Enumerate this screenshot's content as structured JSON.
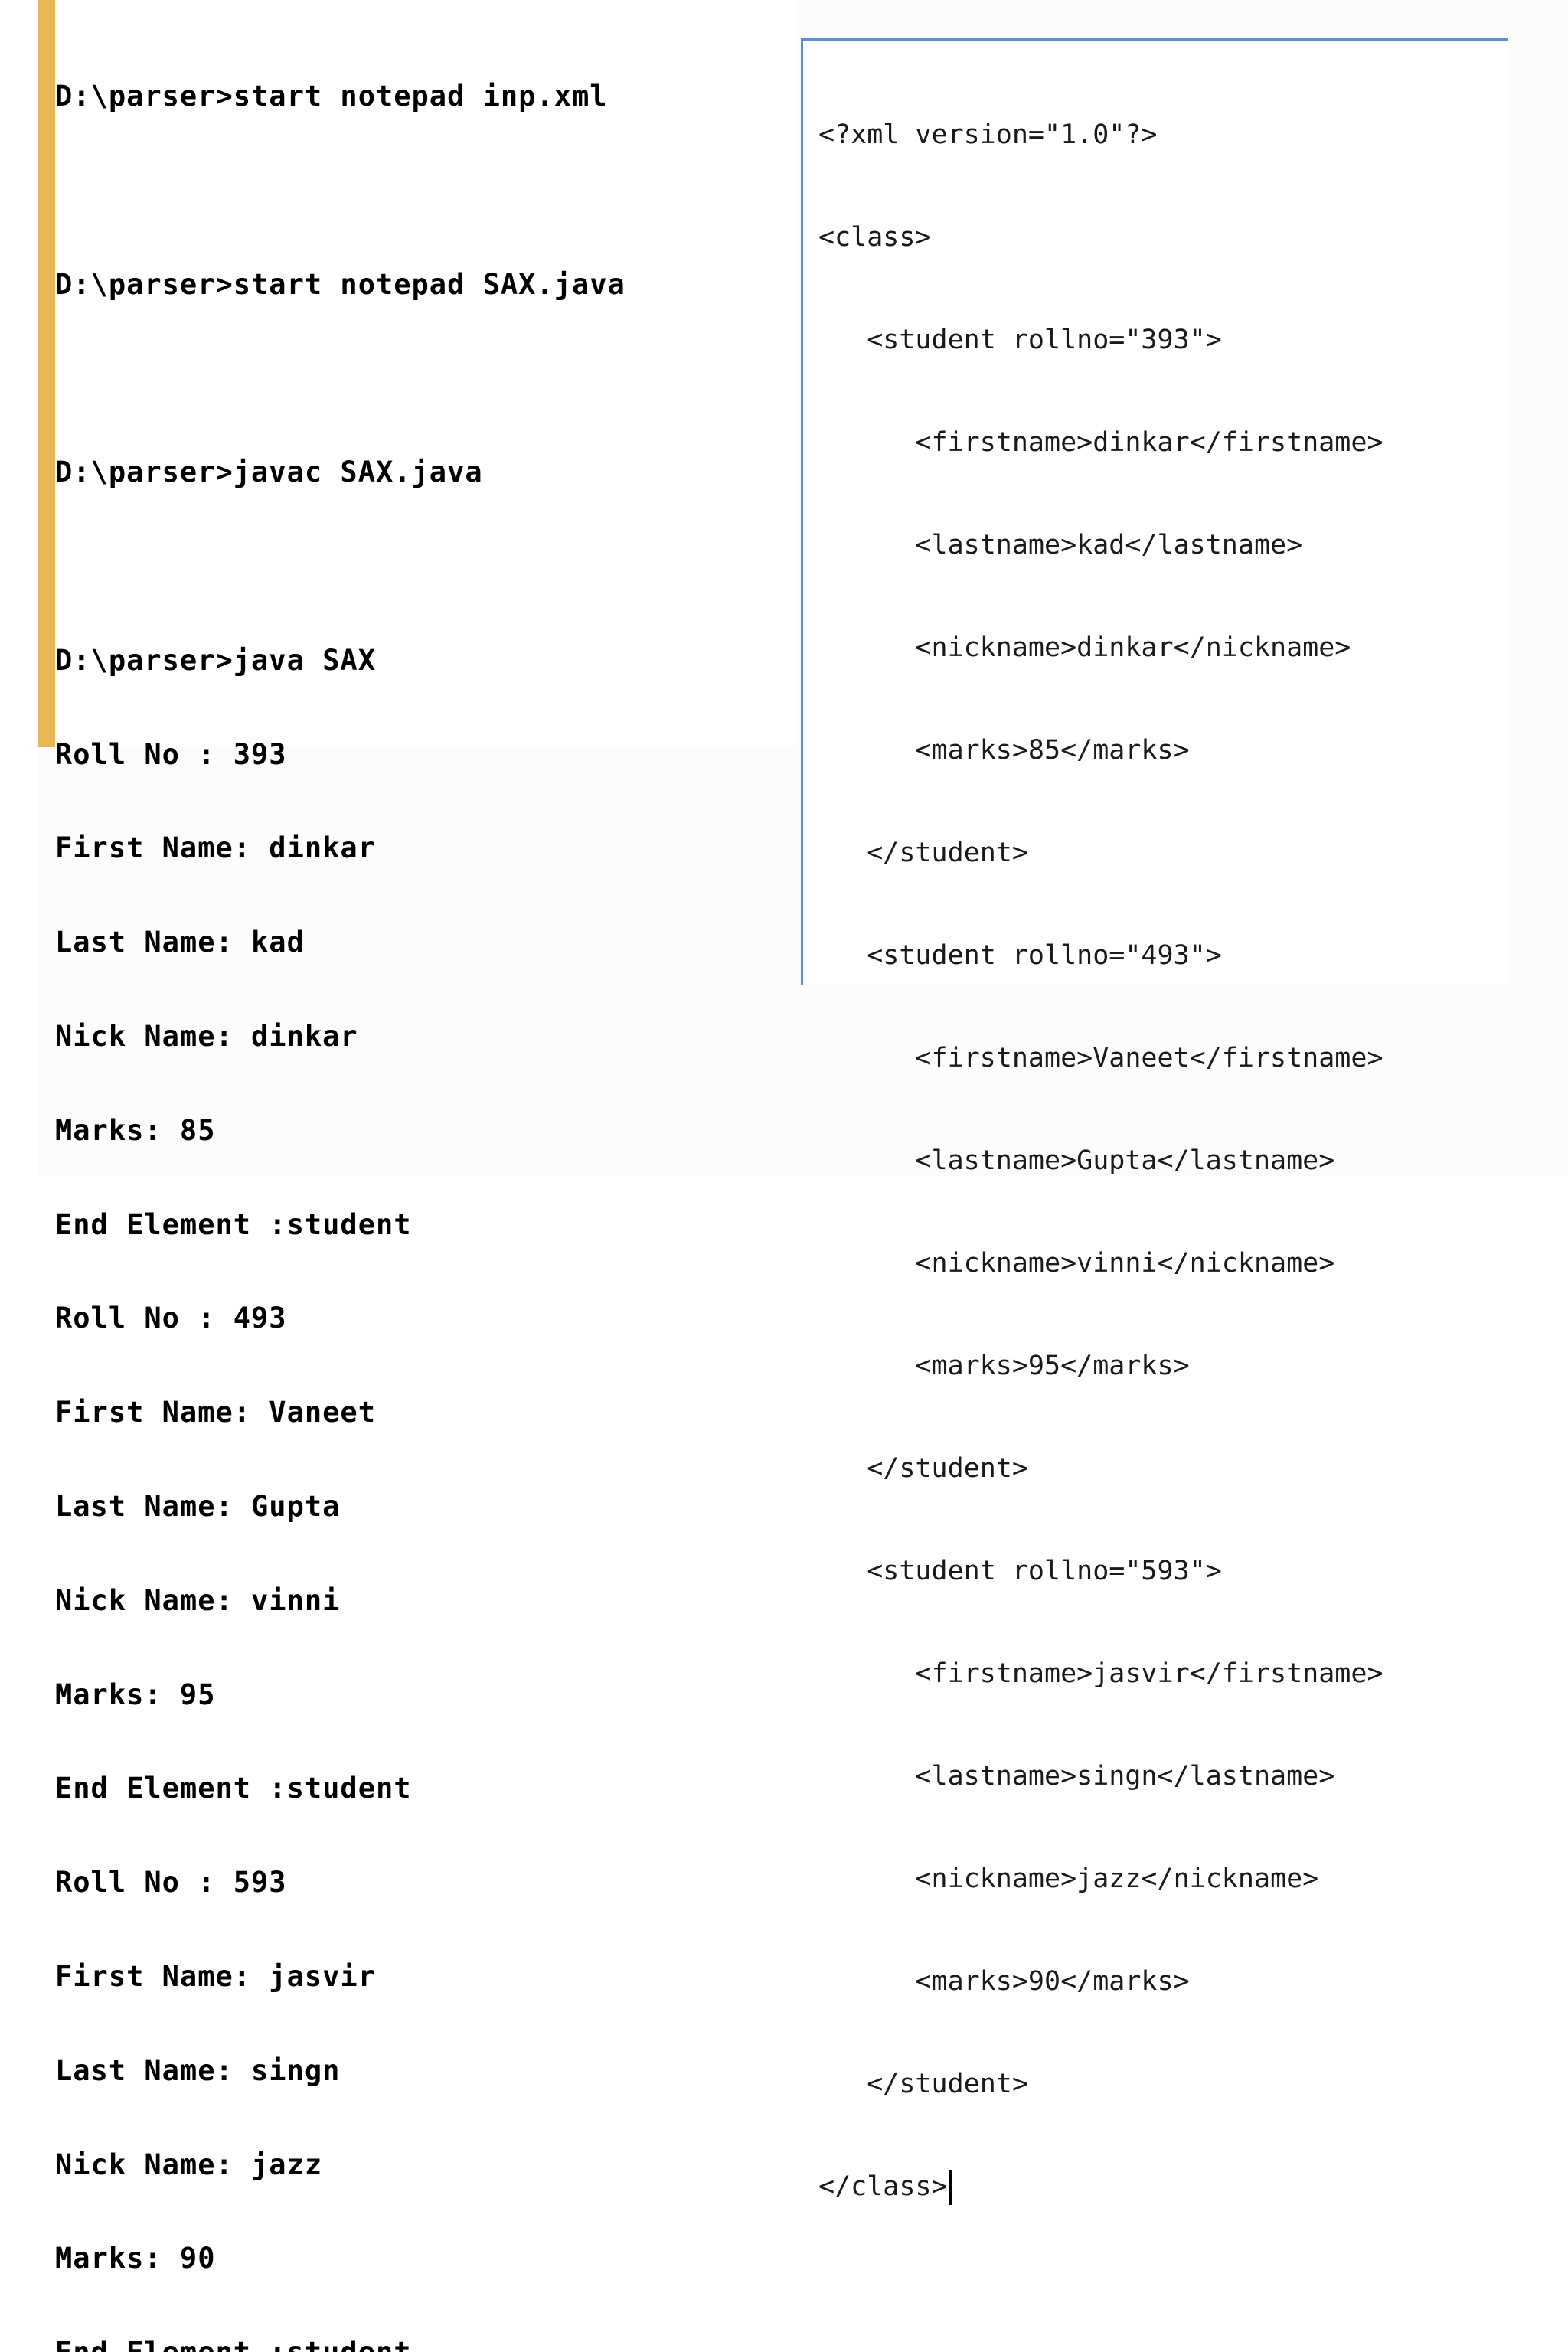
{
  "console": {
    "lines": [
      "D:\\parser>start notepad inp.xml",
      "",
      "D:\\parser>start notepad SAX.java",
      "",
      "D:\\parser>javac SAX.java",
      "",
      "D:\\parser>java SAX",
      "Roll No : 393",
      "First Name: dinkar",
      "Last Name: kad",
      "Nick Name: dinkar",
      "Marks: 85",
      "End Element :student",
      "Roll No : 493",
      "First Name: Vaneet",
      "Last Name: Gupta",
      "Nick Name: vinni",
      "Marks: 95",
      "End Element :student",
      "Roll No : 593",
      "First Name: jasvir",
      "Last Name: singn",
      "Nick Name: jazz",
      "Marks: 90",
      "End Element :student"
    ]
  },
  "editor": {
    "lines": [
      "<?xml version=\"1.0\"?>",
      "<class>",
      "   <student rollno=\"393\">",
      "      <firstname>dinkar</firstname>",
      "      <lastname>kad</lastname>",
      "      <nickname>dinkar</nickname>",
      "      <marks>85</marks>",
      "   </student>",
      "   <student rollno=\"493\">",
      "      <firstname>Vaneet</firstname>",
      "      <lastname>Gupta</lastname>",
      "      <nickname>vinni</nickname>",
      "      <marks>95</marks>",
      "   </student>",
      "   <student rollno=\"593\">",
      "      <firstname>jasvir</firstname>",
      "      <lastname>singn</lastname>",
      "      <nickname>jazz</nickname>",
      "      <marks>90</marks>",
      "   </student>",
      "</class>"
    ]
  }
}
